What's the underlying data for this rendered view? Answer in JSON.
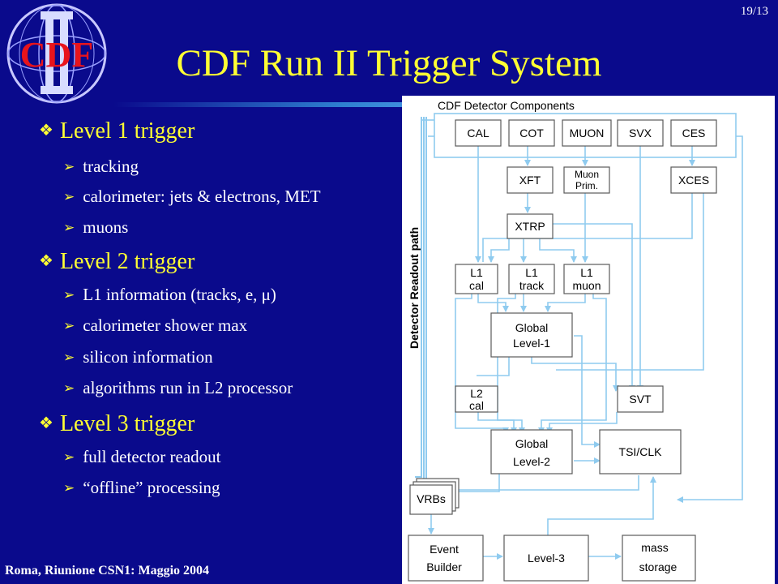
{
  "page_number": "19/13",
  "logo": {
    "text": "CDF"
  },
  "title": "CDF Run II Trigger System",
  "bullets": [
    {
      "label": "Level 1 trigger",
      "items": [
        "tracking",
        "calorimeter: jets & electrons, MET",
        "muons"
      ]
    },
    {
      "label": "Level 2 trigger",
      "items": [
        "L1 information (tracks, e, μ)",
        "calorimeter shower max",
        "silicon information",
        "algorithms run in L2 processor"
      ]
    },
    {
      "label": "Level 3 trigger",
      "items": [
        "full detector readout",
        "“offline” processing"
      ]
    }
  ],
  "diagram": {
    "header": "CDF Detector Components",
    "readout_path_label": "Detector Readout path",
    "boxes": {
      "cal": "CAL",
      "cot": "COT",
      "muon": "MUON",
      "svx": "SVX",
      "ces": "CES",
      "xft": "XFT",
      "muon_prim_1": "Muon",
      "muon_prim_2": "Prim.",
      "xces": "XCES",
      "xtrp": "XTRP",
      "l1cal_1": "L1",
      "l1cal_2": "cal",
      "l1track_1": "L1",
      "l1track_2": "track",
      "l1muon_1": "L1",
      "l1muon_2": "muon",
      "global_l1_1": "Global",
      "global_l1_2": "Level-1",
      "l2cal_1": "L2",
      "l2cal_2": "cal",
      "svt": "SVT",
      "global_l2_1": "Global",
      "global_l2_2": "Level-2",
      "tsi": "TSI/CLK",
      "vrbs": "VRBs",
      "event_builder_1": "Event",
      "event_builder_2": "Builder",
      "level3": "Level-3",
      "mass_storage_1": "mass",
      "mass_storage_2": "storage"
    }
  },
  "footer": "Roma, Riunione CSN1: Maggio 2004",
  "colors": {
    "background": "#0a0a8c",
    "title": "#ffff33",
    "text": "#ffffff",
    "diagram_lines": "#8fcbef"
  }
}
